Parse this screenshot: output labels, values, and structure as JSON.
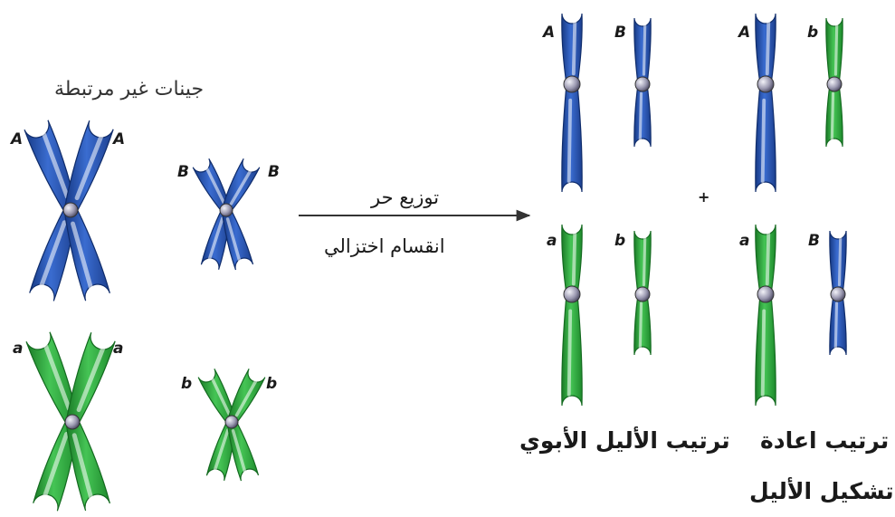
{
  "texts": {
    "unlinked_genes": "جينات غير مرتبطة",
    "free_assortment": "توزيع حر",
    "meiosis": "انقسام اختزالي",
    "parental_arrangement": "ترتيب الأليل الأبوي",
    "recombination_line1": "ترتيب اعادة",
    "recombination_line2": "تشكيل الأليل",
    "plus": "+"
  },
  "allele_labels": {
    "A": "A",
    "B": "B",
    "a": "a",
    "b": "b"
  },
  "colors": {
    "dominant_chromosome": "#2a58b4",
    "dominant_dark": "#173a85",
    "recessive_chromosome": "#2fae3f",
    "recessive_dark": "#1a7a26",
    "centromere": "#9a98b0",
    "arrow": "#333333"
  },
  "parent_chromosomes": [
    {
      "name": "AA-large-blue",
      "type": "X",
      "color": "blue",
      "alleles": [
        "A",
        "A"
      ]
    },
    {
      "name": "BB-small-blue",
      "type": "X",
      "color": "blue",
      "alleles": [
        "B",
        "B"
      ]
    },
    {
      "name": "aa-large-green",
      "type": "X",
      "color": "green",
      "alleles": [
        "a",
        "a"
      ]
    },
    {
      "name": "bb-small-green",
      "type": "X",
      "color": "green",
      "alleles": [
        "b",
        "b"
      ]
    }
  ],
  "gametes": {
    "parental": [
      [
        "A",
        "B"
      ],
      [
        "a",
        "b"
      ]
    ],
    "recombinant": [
      [
        "A",
        "b"
      ],
      [
        "a",
        "B"
      ]
    ]
  }
}
